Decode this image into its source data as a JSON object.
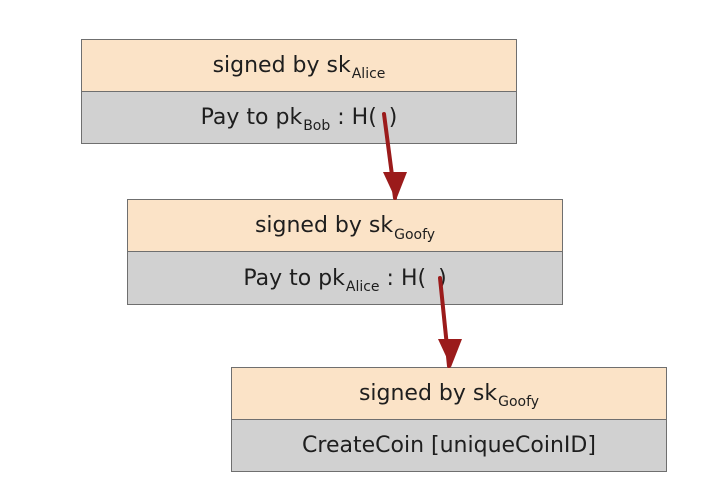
{
  "blocks": [
    {
      "signed_prefix": "signed by sk",
      "signed_sub": "Alice",
      "pay_prefix": "Pay to pk",
      "pay_sub": "Bob",
      "pay_suffix": ": H(",
      "pay_close": ")"
    },
    {
      "signed_prefix": "signed by sk",
      "signed_sub": "Goofy",
      "pay_prefix": "Pay to pk",
      "pay_sub": "Alice",
      "pay_suffix": ": H(",
      "pay_close": ")"
    },
    {
      "signed_prefix": "signed by sk",
      "signed_sub": "Goofy",
      "body_text": "CreateCoin [uniqueCoinID]"
    }
  ],
  "colors": {
    "signature_row": "#fbe3c7",
    "content_row": "#d1d1d1",
    "arrow": "#9b1b1b",
    "border": "#6f6f6f"
  }
}
